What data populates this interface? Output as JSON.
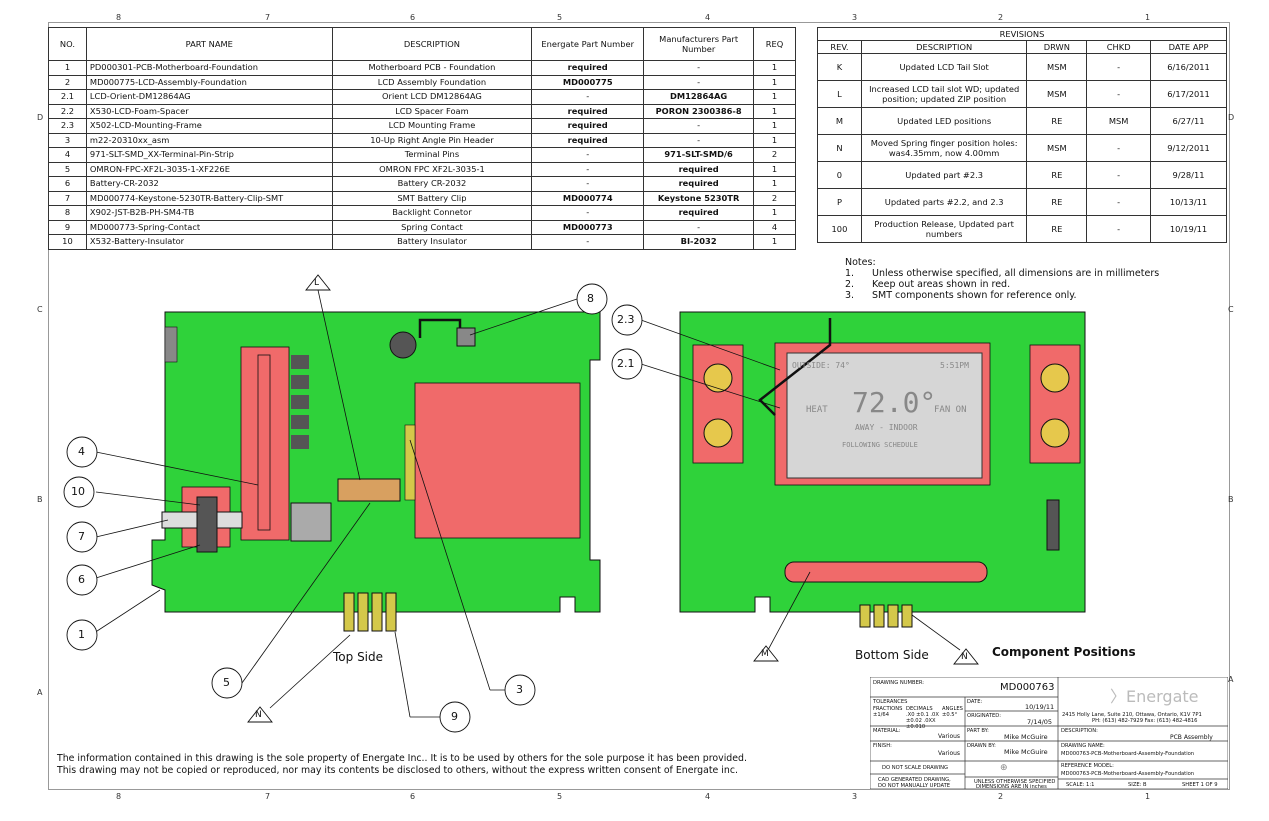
{
  "zones_top": [
    "8",
    "7",
    "6",
    "5",
    "4",
    "3",
    "2",
    "1"
  ],
  "zones_side": [
    "D",
    "C",
    "B",
    "A"
  ],
  "bom": {
    "headers": [
      "NO.",
      "PART NAME",
      "DESCRIPTION",
      "Energate Part Number",
      "Manufacturers Part Number",
      "REQ"
    ],
    "rows": [
      [
        "1",
        "PD000301-PCB-Motherboard-Foundation",
        "Motherboard PCB - Foundation",
        "required",
        "-",
        "1"
      ],
      [
        "2",
        "MD000775-LCD-Assembly-Foundation",
        "LCD Assembly Foundation",
        "MD000775",
        "-",
        "1"
      ],
      [
        "2.1",
        "LCD-Orient-DM12864AG",
        "Orient LCD DM12864AG",
        "-",
        "DM12864AG",
        "1"
      ],
      [
        "2.2",
        "X530-LCD-Foam-Spacer",
        "LCD Spacer Foam",
        "required",
        "PORON 2300386-8",
        "1"
      ],
      [
        "2.3",
        "X502-LCD-Mounting-Frame",
        "LCD Mounting Frame",
        "required",
        "-",
        "1"
      ],
      [
        "3",
        "m22-20310xx_asm",
        "10-Up Right Angle Pin Header",
        "required",
        "-",
        "1"
      ],
      [
        "4",
        "971-SLT-SMD_XX-Terminal-Pin-Strip",
        "Terminal Pins",
        "-",
        "971-SLT-SMD/6",
        "2"
      ],
      [
        "5",
        "OMRON-FPC-XF2L-3035-1-XF226E",
        "OMRON FPC XF2L-3035-1",
        "-",
        "required",
        "1"
      ],
      [
        "6",
        "Battery-CR-2032",
        "Battery CR-2032",
        "-",
        "required",
        "1"
      ],
      [
        "7",
        "MD000774-Keystone-5230TR-Battery-Clip-SMT",
        "SMT Battery Clip",
        "MD000774",
        "Keystone 5230TR",
        "2"
      ],
      [
        "8",
        "X902-JST-B2B-PH-SM4-TB",
        "Backlight Connetor",
        "-",
        "required",
        "1"
      ],
      [
        "9",
        "MD000773-Spring-Contact",
        "Spring Contact",
        "MD000773",
        "-",
        "4"
      ],
      [
        "10",
        "X532-Battery-Insulator",
        "Battery Insulator",
        "-",
        "BI-2032",
        "1"
      ]
    ]
  },
  "revisions": {
    "title": "REVISIONS",
    "headers": [
      "REV.",
      "DESCRIPTION",
      "DRWN",
      "CHKD",
      "DATE APP"
    ],
    "rows": [
      [
        "K",
        "Updated LCD Tail Slot",
        "MSM",
        "-",
        "6/16/2011"
      ],
      [
        "L",
        "Increased LCD tail slot WD; updated position; updated ZIP position",
        "MSM",
        "-",
        "6/17/2011"
      ],
      [
        "M",
        "Updated LED positions",
        "RE",
        "MSM",
        "6/27/11"
      ],
      [
        "N",
        "Moved Spring finger position holes: was4.35mm, now 4.00mm",
        "MSM",
        "-",
        "9/12/2011"
      ],
      [
        "0",
        "Updated part #2.3",
        "RE",
        "-",
        "9/28/11"
      ],
      [
        "P",
        "Updated parts #2.2, and 2.3",
        "RE",
        "-",
        "10/13/11"
      ],
      [
        "100",
        "Production Release, Updated part numbers",
        "RE",
        "-",
        "10/19/11"
      ]
    ]
  },
  "notes": {
    "title": "Notes:",
    "items": [
      [
        "1.",
        "Unless otherwise specified, all dimensions are in millimeters"
      ],
      [
        "2.",
        "Keep out areas shown in red."
      ],
      [
        "3.",
        "SMT components shown for reference only."
      ]
    ]
  },
  "views": {
    "top_label": "Top Side",
    "bottom_label": "Bottom Side",
    "section_title": "Component Positions"
  },
  "lcd": {
    "outside": "OUTSIDE: 74°",
    "time": "5:51PM",
    "temp": "72.0°",
    "heat": "HEAT",
    "fan": "FAN ON",
    "mode": "AWAY - INDOOR",
    "schedule": "FOLLOWING SCHEDULE"
  },
  "callouts": {
    "balloons": [
      "8",
      "2.3",
      "2.1",
      "4",
      "10",
      "7",
      "6",
      "1",
      "5",
      "3",
      "9"
    ],
    "triangles": [
      "L",
      "N",
      "M",
      "N"
    ]
  },
  "footer": {
    "line1": "The information contained in this drawing is the sole property of Energate Inc.. It is to be used by others for the sole purpose it has been provided.",
    "line2": "This drawing may not be copied or reproduced, nor may its contents be disclosed to others, without the express written consent of Energate inc."
  },
  "title_block": {
    "drawing_number_label": "DRAWING NUMBER:",
    "drawing_number": "MD000763",
    "tolerances_label": "TOLERANCES",
    "fractions": "FRACTIONS ±1/64",
    "decimals": "DECIMALS .X0 ±0.1 .0X ±0.02 .0XX ±0.010",
    "angles": "ANGLES ±0.5°",
    "date_label": "DATE:",
    "date": "10/19/11",
    "originated_label": "ORIGINATED:",
    "originated": "7/14/05",
    "material_label": "MATERIAL:",
    "material": "Various",
    "part_by_label": "PART BY:",
    "part_by": "Mike McGuire",
    "finish_label": "FINISH:",
    "finish": "Various",
    "drawn_by_label": "DRAWN BY:",
    "drawn_by": "Mike McGuire",
    "no_scale": "DO NOT SCALE DRAWING",
    "cad1": "CAD GENERATED DRAWING,",
    "cad2": "DO NOT MANUALLY UPDATE",
    "unless1": "UNLESS OTHERWISE SPECIFIED",
    "unless2": "DIMENSIONS ARE IN inches",
    "brand": "Energate",
    "address": "2415 Holly Lane, Suite 210, Ottawa, Ontario, K1V 7P1",
    "phone": "PH: (613) 482-7929  Fax: (613) 482-4816",
    "description_label": "DESCRIPTION:",
    "description": "PCB Assembly",
    "drawing_name_label": "DRAWING NAME:",
    "drawing_name": "MD000763-PCB-Motherboard-Assembly-Foundation",
    "reference_label": "REFERENCE MODEL:",
    "reference": "MD000763-PCB-Motherboard-Assembly-Foundation",
    "scale": "SCALE: 1:1",
    "size": "SIZE: B",
    "sheet": "SHEET 1 OF 9"
  },
  "colors": {
    "pcb_green": "#2fd23a",
    "keepout_red": "#f06a6a",
    "outline": "#111111"
  }
}
